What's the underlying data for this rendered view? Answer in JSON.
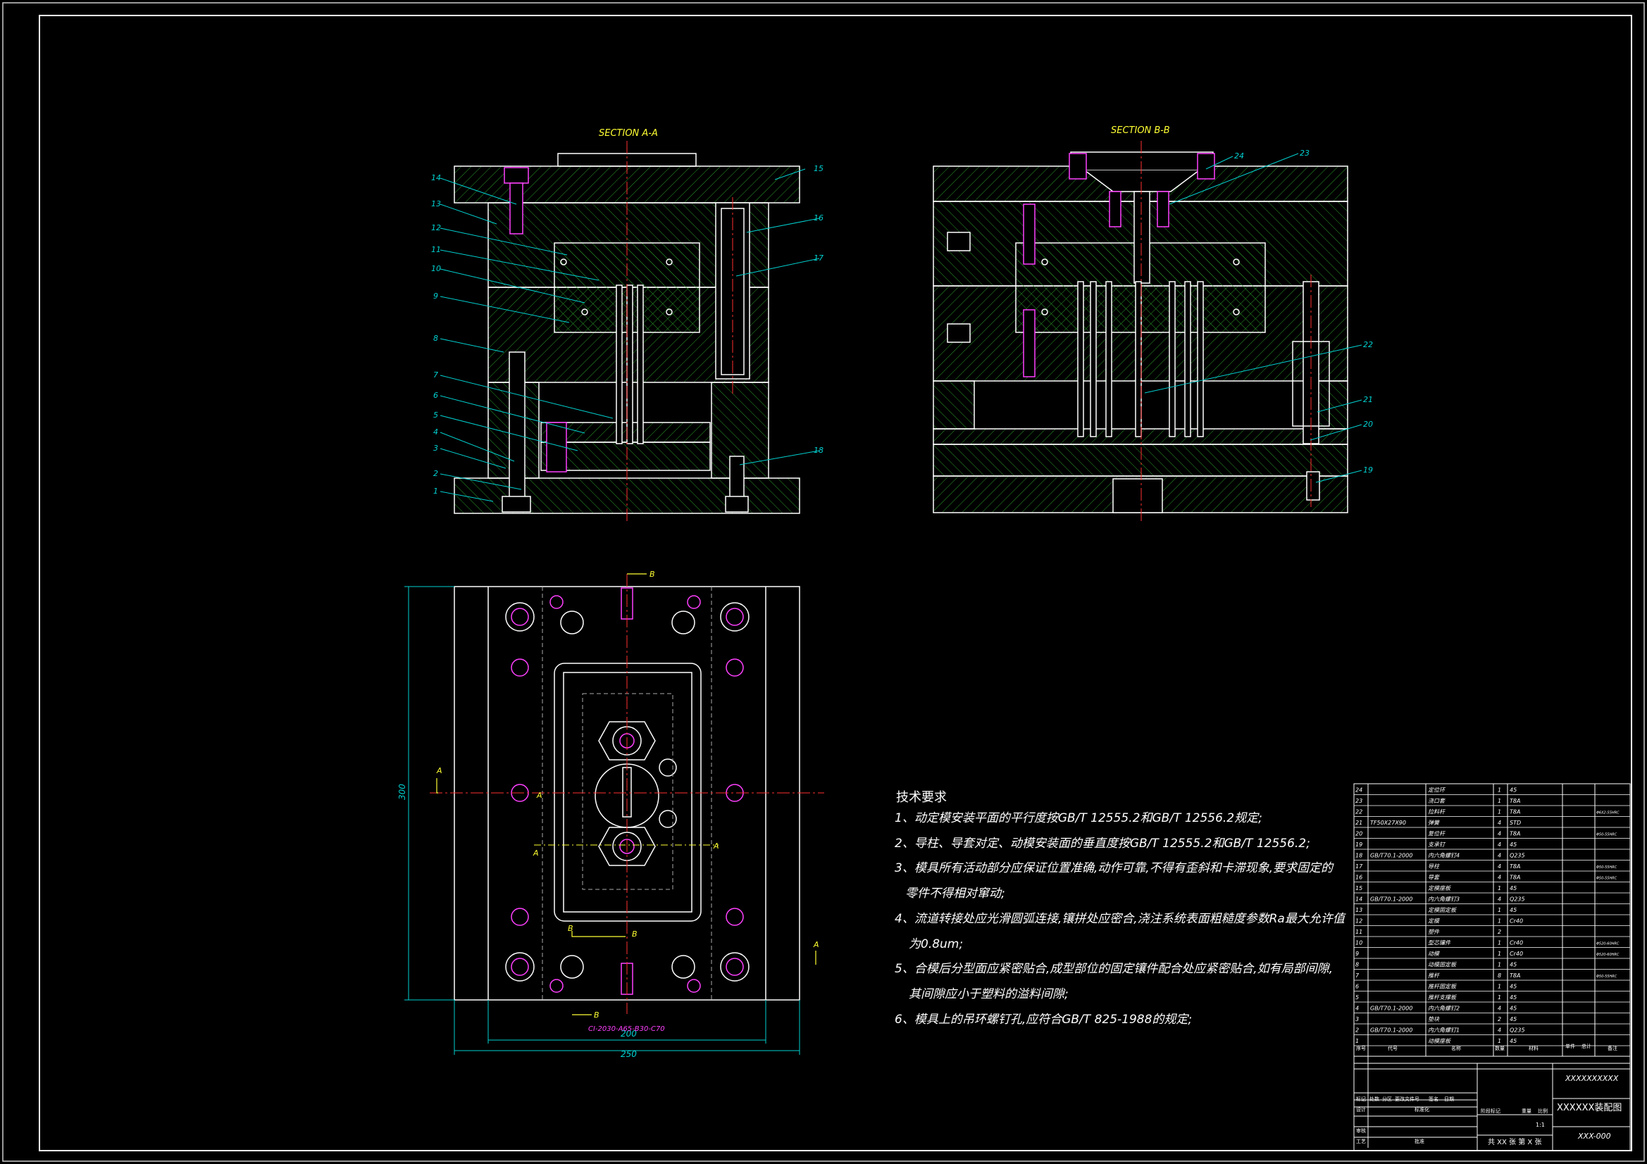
{
  "views": {
    "section_a": "SECTION A-A",
    "section_b": "SECTION B-B"
  },
  "balloons_a": [
    "14",
    "13",
    "12",
    "11",
    "10",
    "9",
    "8",
    "7",
    "6",
    "5",
    "4",
    "3",
    "2",
    "1",
    "15",
    "16",
    "17",
    "18"
  ],
  "balloons_b": [
    "24",
    "23",
    "22",
    "21",
    "20",
    "19"
  ],
  "plan_view": {
    "dim_height": "300",
    "dim_inner_width": "200",
    "dim_width": "250",
    "section_marks": [
      "A",
      "A",
      "A",
      "A",
      "B",
      "B",
      "B",
      "B"
    ],
    "mold_base_code": "CI-2030-A65-B30-C70"
  },
  "requirements": {
    "title": "技术要求",
    "items": [
      "1、动定模安装平面的平行度按GB/T 12555.2和GB/T 12556.2规定;",
      "2、导柱、导套对定、动模安装面的垂直度按GB/T 12555.2和GB/T 12556.2;",
      "3、模具所有活动部分应保证位置准确,动作可靠,不得有歪斜和卡滞现象,要求固定的",
      "零件不得相对窜动;",
      "4、流道转接处应光滑圆弧连接,镶拼处应密合,浇注系统表面粗糙度参数Ra最大允许值",
      "为0.8um;",
      "5、合模后分型面应紧密贴合,成型部位的固定镶件配合处应紧密贴合,如有局部间隙,",
      "其间隙应小于塑料的溢料间隙;",
      "6、模具上的吊环螺钉孔,应符合GB/T 825-1988的规定;"
    ]
  },
  "bom": [
    {
      "no": "24",
      "code": "",
      "name": "定位环",
      "qty": "1",
      "mat": "45",
      "note": ""
    },
    {
      "no": "23",
      "code": "",
      "name": "浇口套",
      "qty": "1",
      "mat": "T8A",
      "note": ""
    },
    {
      "no": "22",
      "code": "",
      "name": "拉料杆",
      "qty": "1",
      "mat": "T8A",
      "note": "Φ6X2-55HRC"
    },
    {
      "no": "21",
      "code": "TF50X27X90",
      "name": "弹簧",
      "qty": "4",
      "mat": "STD",
      "note": ""
    },
    {
      "no": "20",
      "code": "",
      "name": "复位杆",
      "qty": "4",
      "mat": "T8A",
      "note": "Φ50-55HRC"
    },
    {
      "no": "19",
      "code": "",
      "name": "支承钉",
      "qty": "4",
      "mat": "45",
      "note": ""
    },
    {
      "no": "18",
      "code": "GB/T70.1-2000",
      "name": "内六角螺钉4",
      "qty": "4",
      "mat": "Q235",
      "note": ""
    },
    {
      "no": "17",
      "code": "",
      "name": "导柱",
      "qty": "4",
      "mat": "T8A",
      "note": "Φ50-55HRC"
    },
    {
      "no": "16",
      "code": "",
      "name": "导套",
      "qty": "4",
      "mat": "T8A",
      "note": "Φ50-55HRC"
    },
    {
      "no": "15",
      "code": "",
      "name": "定模座板",
      "qty": "1",
      "mat": "45",
      "note": ""
    },
    {
      "no": "14",
      "code": "GB/T70.1-2000",
      "name": "内六角螺钉3",
      "qty": "4",
      "mat": "Q235",
      "note": ""
    },
    {
      "no": "13",
      "code": "",
      "name": "定模固定板",
      "qty": "1",
      "mat": "45",
      "note": ""
    },
    {
      "no": "12",
      "code": "",
      "name": "定模",
      "qty": "1",
      "mat": "Cr40",
      "note": ""
    },
    {
      "no": "11",
      "code": "",
      "name": "塑件",
      "qty": "2",
      "mat": "",
      "note": ""
    },
    {
      "no": "10",
      "code": "",
      "name": "型芯镶件",
      "qty": "1",
      "mat": "Cr40",
      "note": "Φ520-60HRC"
    },
    {
      "no": "9",
      "code": "",
      "name": "动模",
      "qty": "1",
      "mat": "Cr40",
      "note": "Φ520-60HRC"
    },
    {
      "no": "8",
      "code": "",
      "name": "动模固定板",
      "qty": "1",
      "mat": "45",
      "note": ""
    },
    {
      "no": "7",
      "code": "",
      "name": "推杆",
      "qty": "8",
      "mat": "T8A",
      "note": "Φ50-55HRC"
    },
    {
      "no": "6",
      "code": "",
      "name": "推杆固定板",
      "qty": "1",
      "mat": "45",
      "note": ""
    },
    {
      "no": "5",
      "code": "",
      "name": "推杆支撑板",
      "qty": "1",
      "mat": "45",
      "note": ""
    },
    {
      "no": "4",
      "code": "GB/T70.1-2000",
      "name": "内六角螺钉2",
      "qty": "4",
      "mat": "45",
      "note": ""
    },
    {
      "no": "3",
      "code": "",
      "name": "垫块",
      "qty": "2",
      "mat": "45",
      "note": ""
    },
    {
      "no": "2",
      "code": "GB/T70.1-2000",
      "name": "内六角螺钉1",
      "qty": "4",
      "mat": "Q235",
      "note": ""
    },
    {
      "no": "1",
      "code": "",
      "name": "动模座板",
      "qty": "1",
      "mat": "45",
      "note": ""
    }
  ],
  "bom_header": [
    "序号",
    "代号",
    "名称",
    "数量",
    "材料",
    "单件",
    "总计",
    "备注"
  ],
  "title_block": {
    "company": "XXXXXXXXXX",
    "drawing_title": "XXXXXX装配图",
    "drawing_no": "XXX-000",
    "scale": "1:1",
    "sheets": "共 XX 张  第 X 张",
    "labels": [
      "标记",
      "处数",
      "分区",
      "更改文件号",
      "签名",
      "日期",
      "设计",
      "标准化",
      "审核",
      "工艺",
      "批准",
      "阶段标记",
      "重量",
      "比例"
    ]
  },
  "colors": {
    "frame": "#ffffff",
    "hatch": "#2a9a2a",
    "center": "#ff3030",
    "balloon": "#00d0d0",
    "yellow": "#ffff33",
    "magenta": "#ff40ff"
  }
}
